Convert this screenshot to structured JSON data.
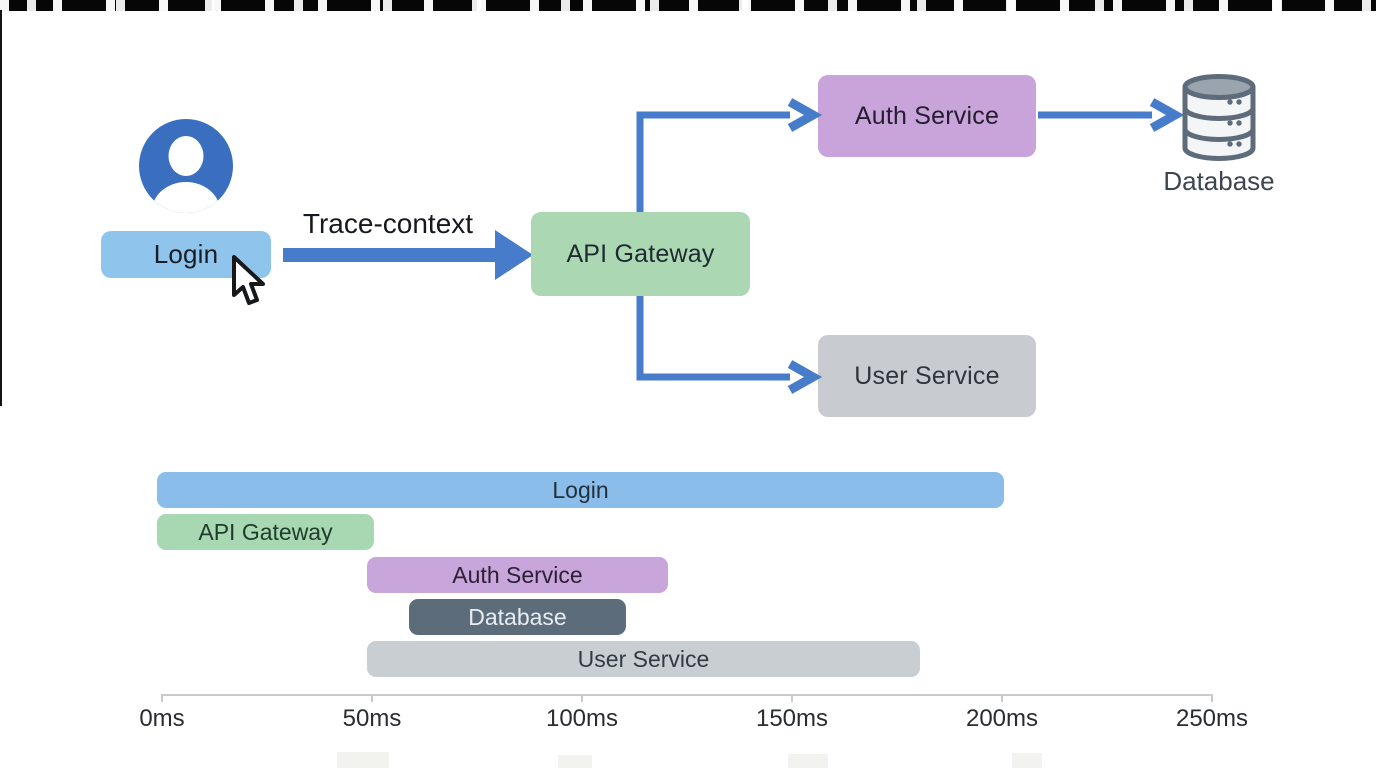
{
  "flow": {
    "edge_label": "Trace-context",
    "nodes": {
      "login": "Login",
      "api_gateway": "API Gateway",
      "auth_service": "Auth Service",
      "user_service": "User Service",
      "database": "Database"
    }
  },
  "colors": {
    "arrow_blue": "#467cc9",
    "person_blue": "#3a6fc0",
    "login_node_fill": "#8fc5ec",
    "gateway_node_fill": "#abd8b2",
    "auth_node_fill": "#c9a4da",
    "user_node_fill": "#c8ccd1",
    "db_icon_outline": "#5d6b7a",
    "db_icon_top": "#9aa4ae",
    "axis_color": "#c9cacc"
  },
  "chart_data": {
    "type": "bar",
    "variant": "gantt-trace-waterfall",
    "unit": "ms",
    "x_range": [
      0,
      250
    ],
    "tick_values": [
      0,
      50,
      100,
      150,
      200,
      250
    ],
    "tick_labels": [
      "0ms",
      "50ms",
      "100ms",
      "150ms",
      "200ms",
      "250ms"
    ],
    "grid": false,
    "spans": [
      {
        "label": "Login",
        "start": 0,
        "end": 200,
        "color": "#8abde9",
        "text_color": "#23303c"
      },
      {
        "label": "API Gateway",
        "start": 0,
        "end": 50,
        "color": "#a8d8b1",
        "text_color": "#1f3b2c"
      },
      {
        "label": "Auth Service",
        "start": 50,
        "end": 120,
        "color": "#c8a5da",
        "text_color": "#2b1f36"
      },
      {
        "label": "Database",
        "start": 60,
        "end": 110,
        "color": "#5c6c7b",
        "text_color": "#e9edf1"
      },
      {
        "label": "User Service",
        "start": 50,
        "end": 180,
        "color": "#c9ced3",
        "text_color": "#333a42"
      }
    ]
  }
}
